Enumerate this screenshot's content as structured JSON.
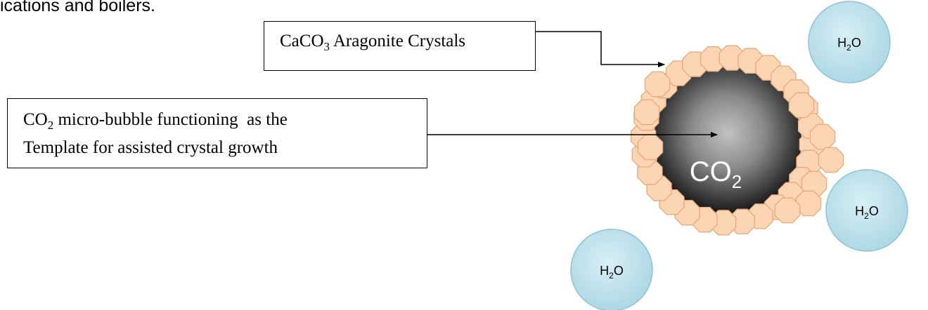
{
  "header": {
    "text": "ications and boilers."
  },
  "labels": {
    "aragonite": {
      "main": "CaCO",
      "sub": "3",
      "rest": " Aragonite Crystals"
    },
    "co2_template": {
      "line1_main": "CO",
      "line1_sub": "2",
      "line1_rest": " micro-bubble functioning  as the",
      "line2": "Template for assisted crystal growth"
    }
  },
  "bubble": {
    "main": "CO",
    "sub": "2"
  },
  "water": {
    "h": "H",
    "sub": "2",
    "o": "O"
  },
  "colors": {
    "crystal_fill": "#fcd5b5",
    "crystal_stroke": "#e8a878",
    "water_fill": "#bfe3ec",
    "water_stroke": "#8cc3d3"
  }
}
